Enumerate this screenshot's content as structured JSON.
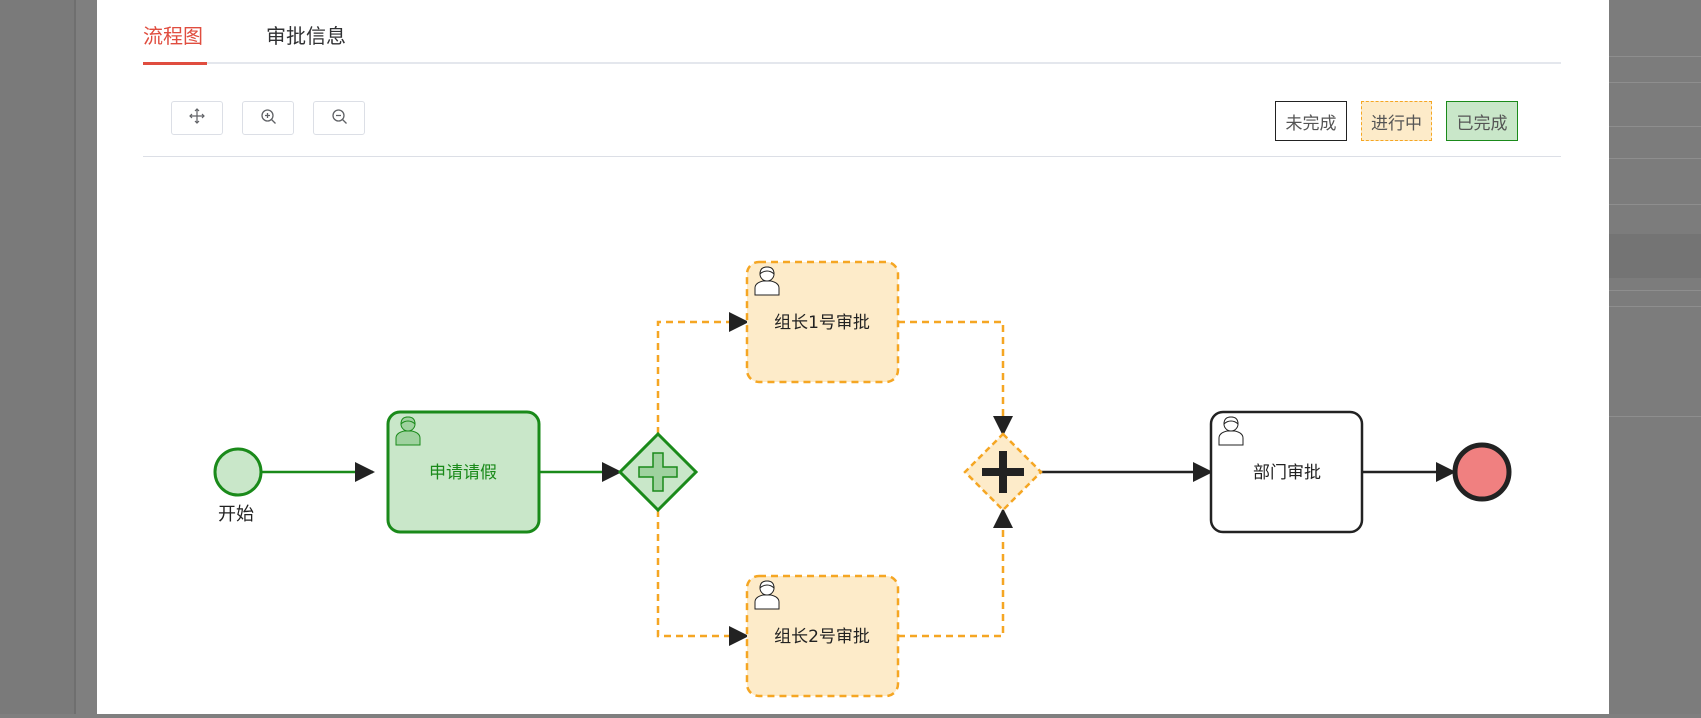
{
  "tabs": [
    {
      "label": "流程图",
      "active": true
    },
    {
      "label": "审批信息",
      "active": false
    }
  ],
  "toolbar": {
    "buttons": [
      {
        "icon": "move-icon"
      },
      {
        "icon": "zoom-in-icon"
      },
      {
        "icon": "zoom-out-icon"
      }
    ],
    "legend": {
      "todo": "未完成",
      "doing": "进行中",
      "done": "已完成"
    }
  },
  "colors": {
    "active_tab": "#e04d3f",
    "completed_stroke": "#1a8a1a",
    "completed_fill": "#c9e7c9",
    "in_progress_stroke": "#f5a623",
    "in_progress_fill": "#fdebc9",
    "pending_stroke": "#222222",
    "end_fill": "#f08080"
  },
  "diagram": {
    "start_label": "开始",
    "task_apply": "申请请假",
    "task_leader1": "组长1号审批",
    "task_leader2": "组长2号审批",
    "task_dept": "部门审批",
    "status": {
      "start": "completed",
      "apply": "completed",
      "fork_gateway": "completed",
      "leader1": "in-progress",
      "leader2": "in-progress",
      "join_gateway": "in-progress",
      "dept": "pending",
      "end": "pending"
    }
  }
}
